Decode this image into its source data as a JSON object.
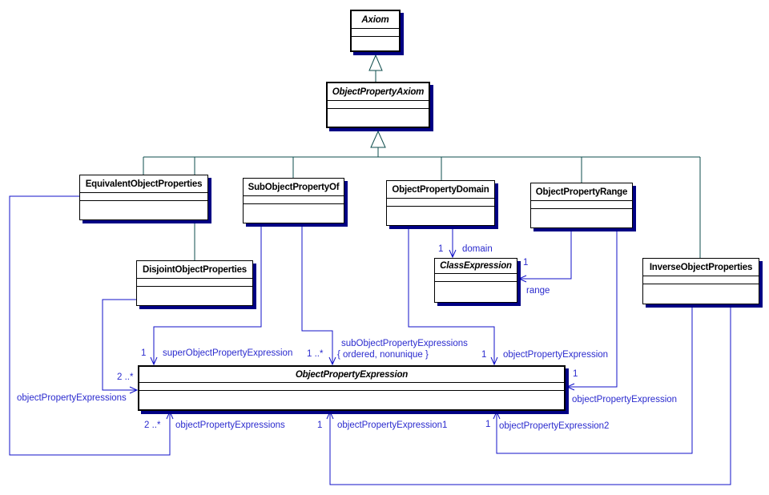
{
  "diagram": {
    "title": "ObjectPropertyAxiom UML class diagram",
    "colors": {
      "background": "#ffffff",
      "association_line": "#1010c8",
      "association_text": "#2a2ace",
      "generalization_line": "#0d4c4c",
      "box_border": "#000000",
      "box_shadow": "#000084",
      "class_name_text": "#000000"
    },
    "classes": {
      "axiom": {
        "name": "Axiom",
        "abstract": true
      },
      "object_property_axiom": {
        "name": "ObjectPropertyAxiom",
        "abstract": true
      },
      "equivalent_object_properties": {
        "name": "EquivalentObjectProperties",
        "abstract": false
      },
      "sub_object_property_of": {
        "name": "SubObjectPropertyOf",
        "abstract": false
      },
      "object_property_domain": {
        "name": "ObjectPropertyDomain",
        "abstract": false
      },
      "object_property_range": {
        "name": "ObjectPropertyRange",
        "abstract": false
      },
      "inverse_object_properties": {
        "name": "InverseObjectProperties",
        "abstract": false
      },
      "disjoint_object_properties": {
        "name": "DisjointObjectProperties",
        "abstract": false
      },
      "class_expression": {
        "name": "ClassExpression",
        "abstract": true
      },
      "object_property_expression": {
        "name": "ObjectPropertyExpression",
        "abstract": true
      }
    },
    "associations": {
      "domain": {
        "mult": "1",
        "role": "domain"
      },
      "range": {
        "mult": "1",
        "role": "range"
      },
      "super_ope": {
        "mult": "1",
        "role": "superObjectPropertyExpression"
      },
      "sub_opes": {
        "mult": "1 ..*",
        "role": "subObjectPropertyExpressions",
        "constraint": "{ ordered, nonunique }"
      },
      "domain_ope": {
        "mult": "1",
        "role": "objectPropertyExpression"
      },
      "range_ope": {
        "mult": "1",
        "role": "objectPropertyExpression"
      },
      "equivalent_opes": {
        "mult": "2 ..*",
        "role": "objectPropertyExpressions"
      },
      "disjoint_opes": {
        "mult": "2 ..*",
        "role": "objectPropertyExpressions"
      },
      "inverse_ope1": {
        "mult": "1",
        "role": "objectPropertyExpression1"
      },
      "inverse_ope2": {
        "mult": "1",
        "role": "objectPropertyExpression2"
      }
    }
  }
}
